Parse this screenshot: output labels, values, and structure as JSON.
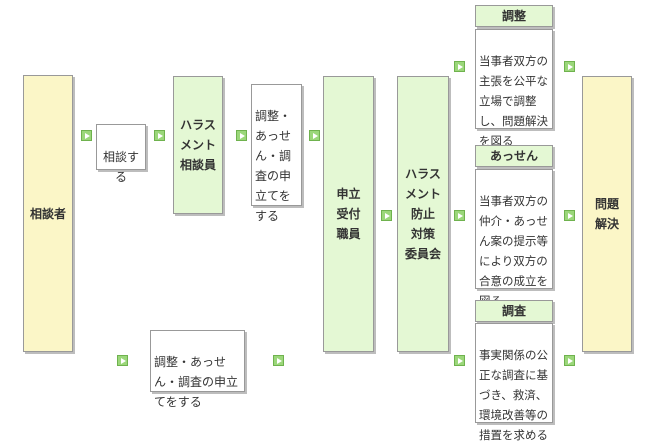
{
  "nodes": {
    "consultant": "相談者",
    "step_consult": "相談す\nる",
    "harassment_counselor": "ハラス\nメント\n相談員",
    "request_apply": "調整・\nあっせ\nん・調\n査の申\n立てを\nする",
    "reception_staff": "申立\n受付\n職員",
    "committee": "ハラス\nメント\n防止\n対策\n委員会",
    "direct_apply": "調整・あっせ\nん・調査の申立\nてをする",
    "resolution": "問題\n解決"
  },
  "outcomes": [
    {
      "title": "調整",
      "text": "当事者双方の\n主張を公平な\n立場で調整\nし、問題解決\nを図る"
    },
    {
      "title": "あっせん",
      "text": "当事者双方の\n仲介・あっせ\nん案の提示等\nにより双方の\n合意の成立を\n図る"
    },
    {
      "title": "調査",
      "text": "事実関係の公\n正な調査に基\nづき、救済、\n環境改善等の\n措置を求める"
    }
  ]
}
